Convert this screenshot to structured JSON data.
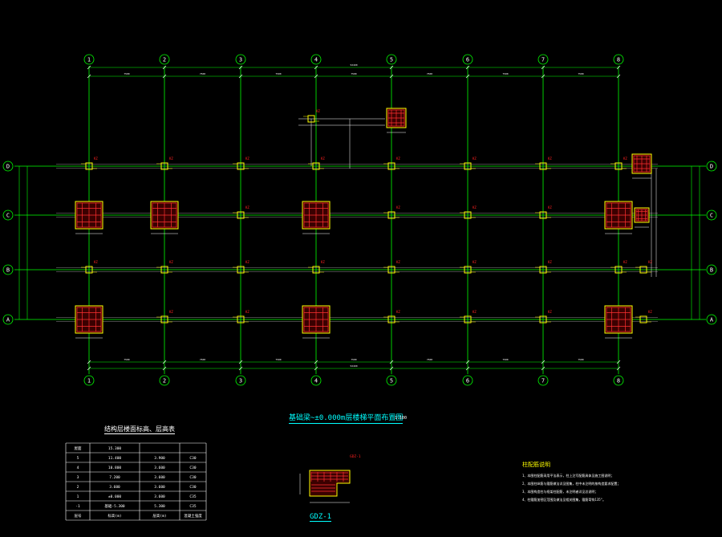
{
  "drawing": {
    "title": "基础梁~±0.000m层楼梯平面布置图",
    "scale": "1:100",
    "grid_cols": [
      "1",
      "2",
      "3",
      "4",
      "5",
      "6",
      "7",
      "8"
    ],
    "grid_rows": [
      "D",
      "C",
      "B",
      "A"
    ],
    "overall_dim": "52490",
    "bay_dim": "7500"
  },
  "table": {
    "title": "结构层楼面标高、层高表",
    "rows": [
      [
        "屋面",
        "15.300",
        "",
        ""
      ],
      [
        "5",
        "11.400",
        "3.900",
        "C30"
      ],
      [
        "4",
        "10.800",
        "3.600",
        "C30"
      ],
      [
        "3",
        "7.200",
        "3.600",
        "C30"
      ],
      [
        "2",
        "3.600",
        "3.600",
        "C30"
      ],
      [
        "1",
        "±0.000",
        "3.600",
        "C35"
      ],
      [
        "-1",
        "基础-5.300",
        "5.300",
        "C35"
      ],
      [
        "层号",
        "标高(m)",
        "层高(m)",
        "混凝土强度"
      ]
    ]
  },
  "detail": {
    "name": "GDZ-1",
    "tag": "GDZ-1"
  },
  "notes": {
    "title": "柱配筋说明",
    "lines": [
      "1、本图柱配筋采用平法表示，柱上注写配筋具体见施工图说明；",
      "2、本图柱纵筋与箍筋做法详见图集，柱中未注明的按构造要求配置；",
      "3、本图构造柱与框架柱配筋，未注明者详见总说明；",
      "4、柱箍筋加密区范围及做法见相关图集，箍筋弯钩135°。"
    ]
  },
  "colors": {
    "grid": "#00ff00",
    "column": "#ffff00",
    "rebar": "#ff3030",
    "tag": "#ff2020",
    "dim": "#ffffff",
    "title": "#00ffff"
  }
}
